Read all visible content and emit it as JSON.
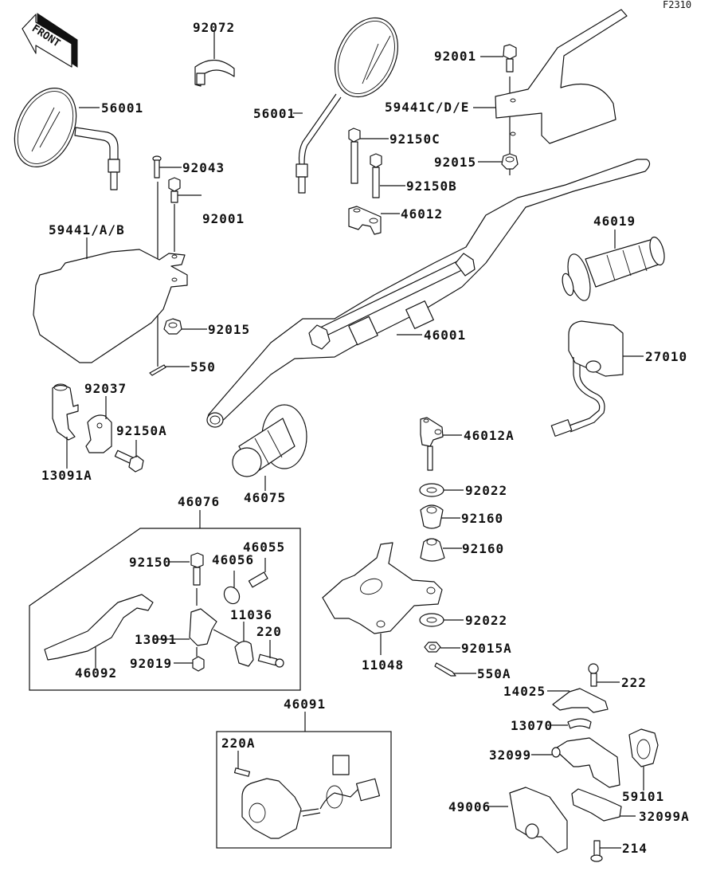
{
  "diagram_code": "F2310",
  "front_sign": "FRONT",
  "labels": {
    "p92072": "92072",
    "p56001_left": "56001",
    "p56001_right": "56001",
    "p92001_top": "92001",
    "p59441cde": "59441C/D/E",
    "p92150c": "92150C",
    "p92015_top": "92015",
    "p92150b": "92150B",
    "p92043": "92043",
    "p92001_left": "92001",
    "p59441ab": "59441/A/B",
    "p46012": "46012",
    "p46019": "46019",
    "p92015_left": "92015",
    "p46001": "46001",
    "p27010": "27010",
    "p550": "550",
    "p92037": "92037",
    "p92150a": "92150A",
    "p13091a": "13091A",
    "p46075": "46075",
    "p46012a": "46012A",
    "p92022_top": "92022",
    "p92160_a": "92160",
    "p92160_b": "92160",
    "p46076": "46076",
    "p92150": "92150",
    "p46056": "46056",
    "p46055": "46055",
    "p11036": "11036",
    "p13091": "13091",
    "p220": "220",
    "p92019": "92019",
    "p46092": "46092",
    "p11048": "11048",
    "p92022_bottom": "92022",
    "p92015a": "92015A",
    "p550a": "550A",
    "p222": "222",
    "p14025": "14025",
    "p46091": "46091",
    "p220a": "220A",
    "p13070": "13070",
    "p32099": "32099",
    "p59101": "59101",
    "p49006": "49006",
    "p32099a": "32099A",
    "p214": "214"
  }
}
